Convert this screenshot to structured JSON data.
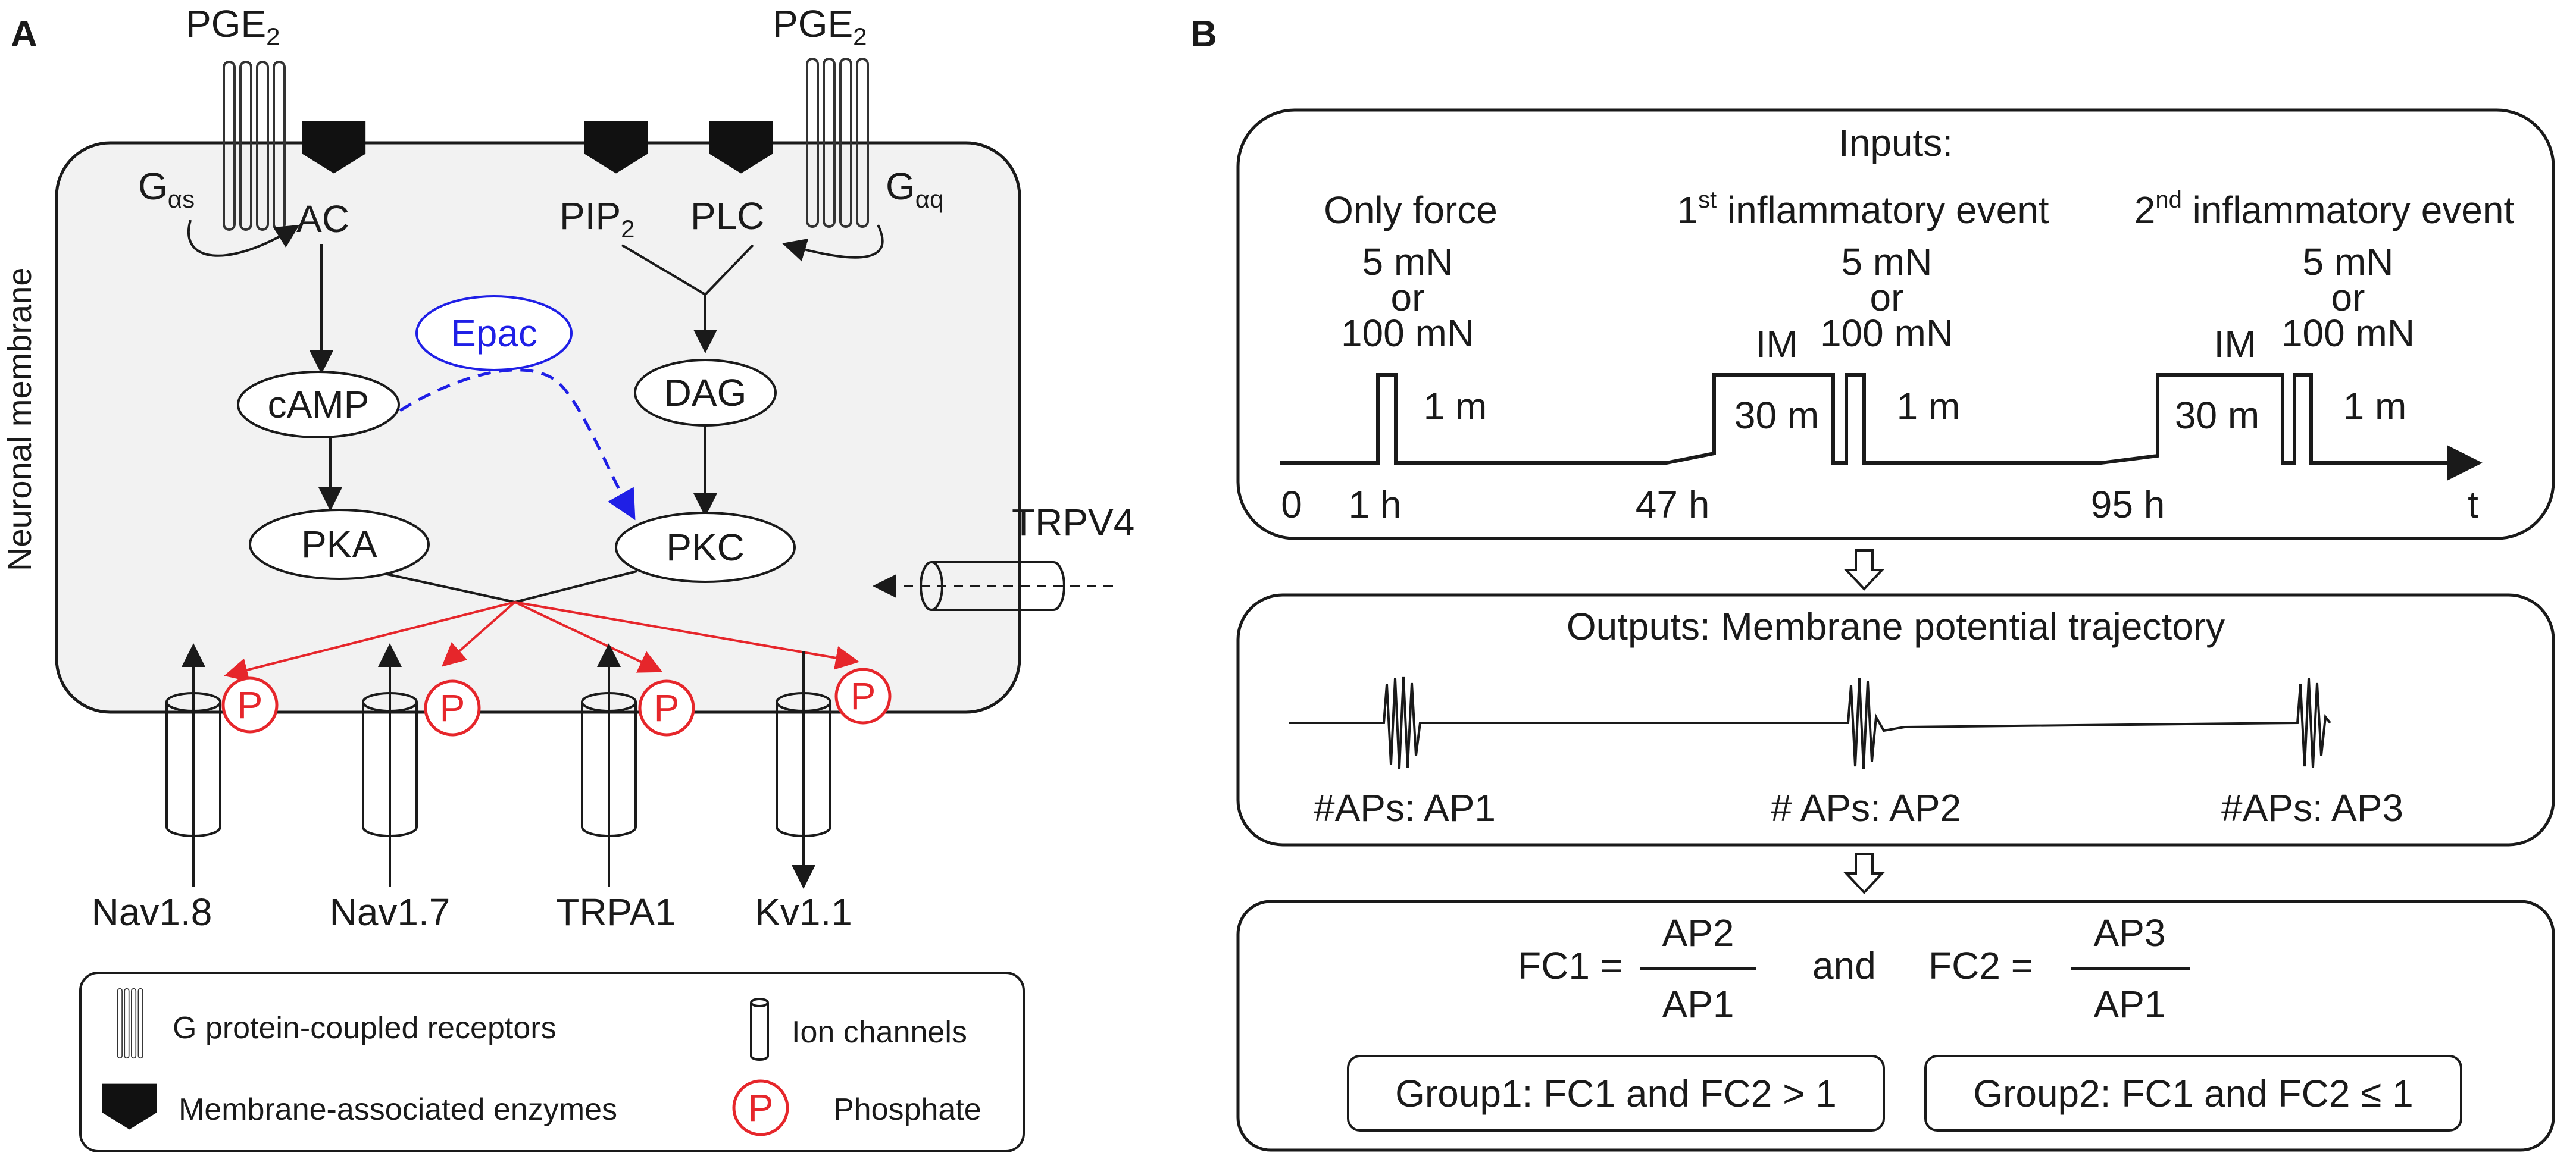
{
  "panels": {
    "a": "A",
    "b": "B"
  },
  "panel_a": {
    "membrane_label": "Neuronal membrane",
    "pge2_left": {
      "main": "PGE",
      "sub": "2"
    },
    "pge2_right": {
      "main": "PGE",
      "sub": "2"
    },
    "g_as": {
      "main": "G",
      "sub": "αs"
    },
    "g_aq": {
      "main": "G",
      "sub": "αq"
    },
    "ac": "AC",
    "pip2": {
      "main": "PIP",
      "sub": "2"
    },
    "plc": "PLC",
    "epac": "Epac",
    "camp": "cAMP",
    "dag": "DAG",
    "pka": "PKA",
    "pkc": "PKC",
    "trpv4": "TRPV4",
    "phosphate_symbol": "P",
    "channels": [
      "Nav1.8",
      "Nav1.7",
      "TRPA1",
      "Kv1.1"
    ],
    "legend": {
      "gpcr": "G protein-coupled receptors",
      "ion_channels": "Ion channels",
      "enzymes": "Membrane-associated enzymes",
      "phosphate": "Phosphate",
      "phosphate_symbol": "P"
    },
    "colors": {
      "red": "#e6262b",
      "blue": "#1f1fe6",
      "cell_fill": "#f2f2f2"
    }
  },
  "panel_b": {
    "inputs": {
      "title": "Inputs:",
      "phase1": "Only force",
      "phase2": {
        "pre": "1",
        "sup": "st",
        "post": " inflammatory event"
      },
      "phase3": {
        "pre": "2",
        "sup": "nd",
        "post": " inflammatory event"
      },
      "force_line1": "5 mN",
      "force_line2": "or",
      "force_line3": "100 mN",
      "im": "IM",
      "dur_30m": "30 m",
      "dur_1m": "1 m",
      "ticks": [
        "0",
        "1 h",
        "47 h",
        "95 h"
      ],
      "t_axis": "t"
    },
    "outputs": {
      "title": "Outputs: Membrane potential trajectory",
      "ap1": "#APs: AP1",
      "ap2": "# APs: AP2",
      "ap3": "#APs: AP3"
    },
    "formula": {
      "fc1": "FC1 =",
      "fc1_num": "AP2",
      "fc1_den": "AP1",
      "and": "and",
      "fc2": "FC2 =",
      "fc2_num": "AP3",
      "fc2_den": "AP1",
      "group1": "Group1: FC1 and FC2 > 1",
      "group2": "Group2: FC1 and FC2 ≤ 1"
    }
  }
}
